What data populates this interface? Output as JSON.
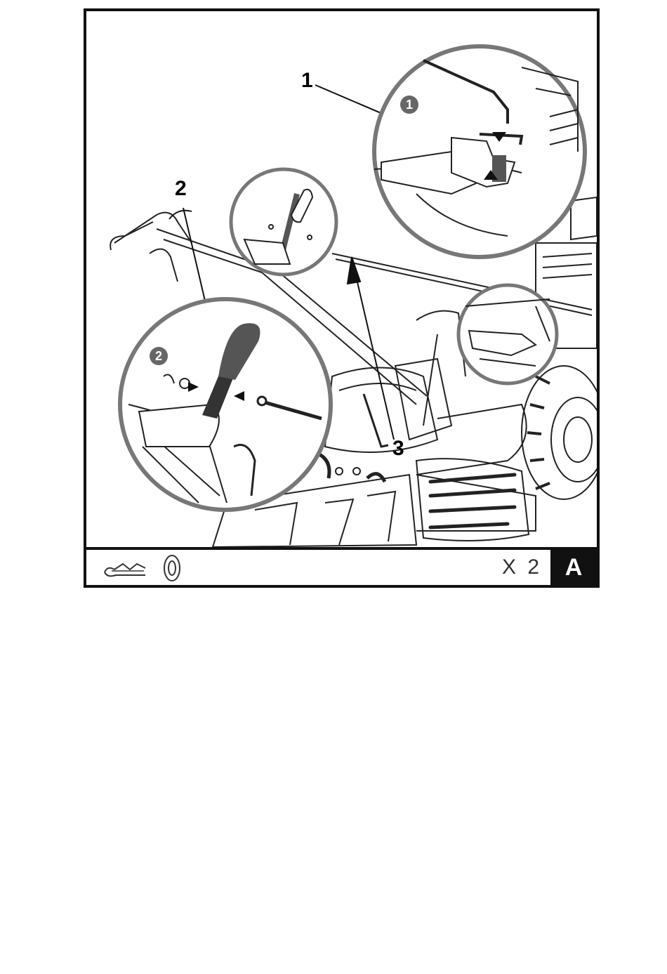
{
  "figure": {
    "view_label": "A",
    "callouts": [
      "1",
      "2",
      "3"
    ],
    "step_badges": [
      "1",
      "2"
    ],
    "parts": {
      "items": [
        "hairpin-cotter-pin",
        "flat-washer"
      ],
      "quantity_text": "X 2"
    }
  },
  "colors": {
    "frame": "#111111",
    "line": "#222222",
    "badge": "#666666",
    "grip": "#555555",
    "background": "#ffffff"
  }
}
